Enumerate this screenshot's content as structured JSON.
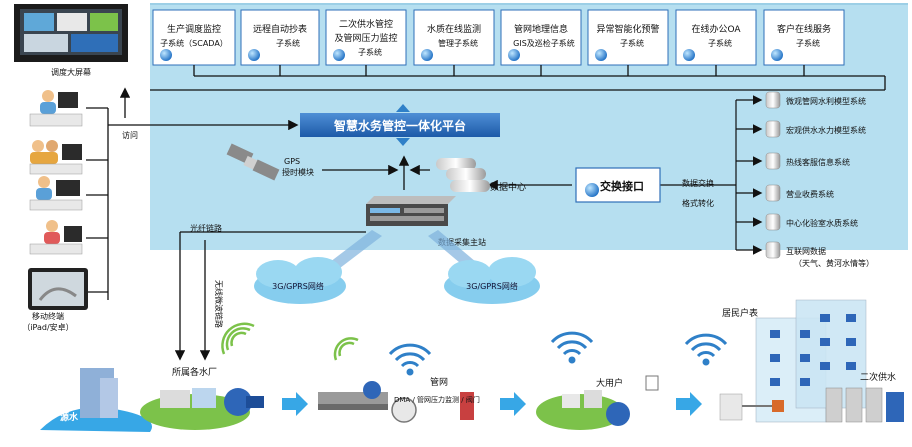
{
  "colors": {
    "platform_bg": "#b6dff0",
    "box_border": "#2f6fb8",
    "arrow_blue": "#2f80c8",
    "banner_blue": "#2f6fb8",
    "cloud_blue": "#86cdee",
    "ground_green": "#7cc24a",
    "water_blue": "#37a7e6"
  },
  "top_subsystems": [
    {
      "line1": "生产调度监控",
      "line2": "子系统（SCADA）"
    },
    {
      "line1": "远程自动抄表",
      "line2": "子系统"
    },
    {
      "line1": "二次供水管控",
      "line2": "及管网压力监控",
      "line3": "子系统"
    },
    {
      "line1": "水质在线监测",
      "line2": "管理子系统"
    },
    {
      "line1": "管网地理信息",
      "line2": "GIS及巡检子系统"
    },
    {
      "line1": "异常智能化预警",
      "line2": "子系统"
    },
    {
      "line1": "在线办公OA",
      "line2": "子系统"
    },
    {
      "line1": "客户在线服务",
      "line2": "子系统"
    }
  ],
  "left_column": {
    "screen_label": "调度大屏幕",
    "visit_label": "访问",
    "user_icons": [
      "user-1",
      "user-2",
      "user-3",
      "user-4"
    ],
    "mobile_label_1": "移动终端",
    "mobile_label_2": "（iPad/安卓）"
  },
  "platform": {
    "banner": "智慧水务管控一体化平台",
    "gps_1": "GPS",
    "gps_2": "授时模块",
    "data_center": "数据中心",
    "server_label": "数据采集主站",
    "fiber_label": "光纤链路",
    "wireless_label": "无线微波链路",
    "exchange": "交换接口",
    "data_exchange_1": "数据交换",
    "data_exchange_2": "格式转化"
  },
  "right_systems": [
    "微观管网水利模型系统",
    "宏观供水水力模型系统",
    "热线客服信息系统",
    "营业收费系统",
    "中心化验室水质系统",
    "互联网数据"
  ],
  "right_note": "（天气、黄河水情等）",
  "clouds": [
    "3G/GPRS网络",
    "3G/GPRS网络"
  ],
  "bottom": {
    "source": "源水",
    "plants": "所属各水厂",
    "pipe_net": "管网",
    "pipe_detail": "DMA / 管网压力监测 / 阀门",
    "big_user": "大用户",
    "residents": "居民户表",
    "secondary": "二次供水"
  }
}
